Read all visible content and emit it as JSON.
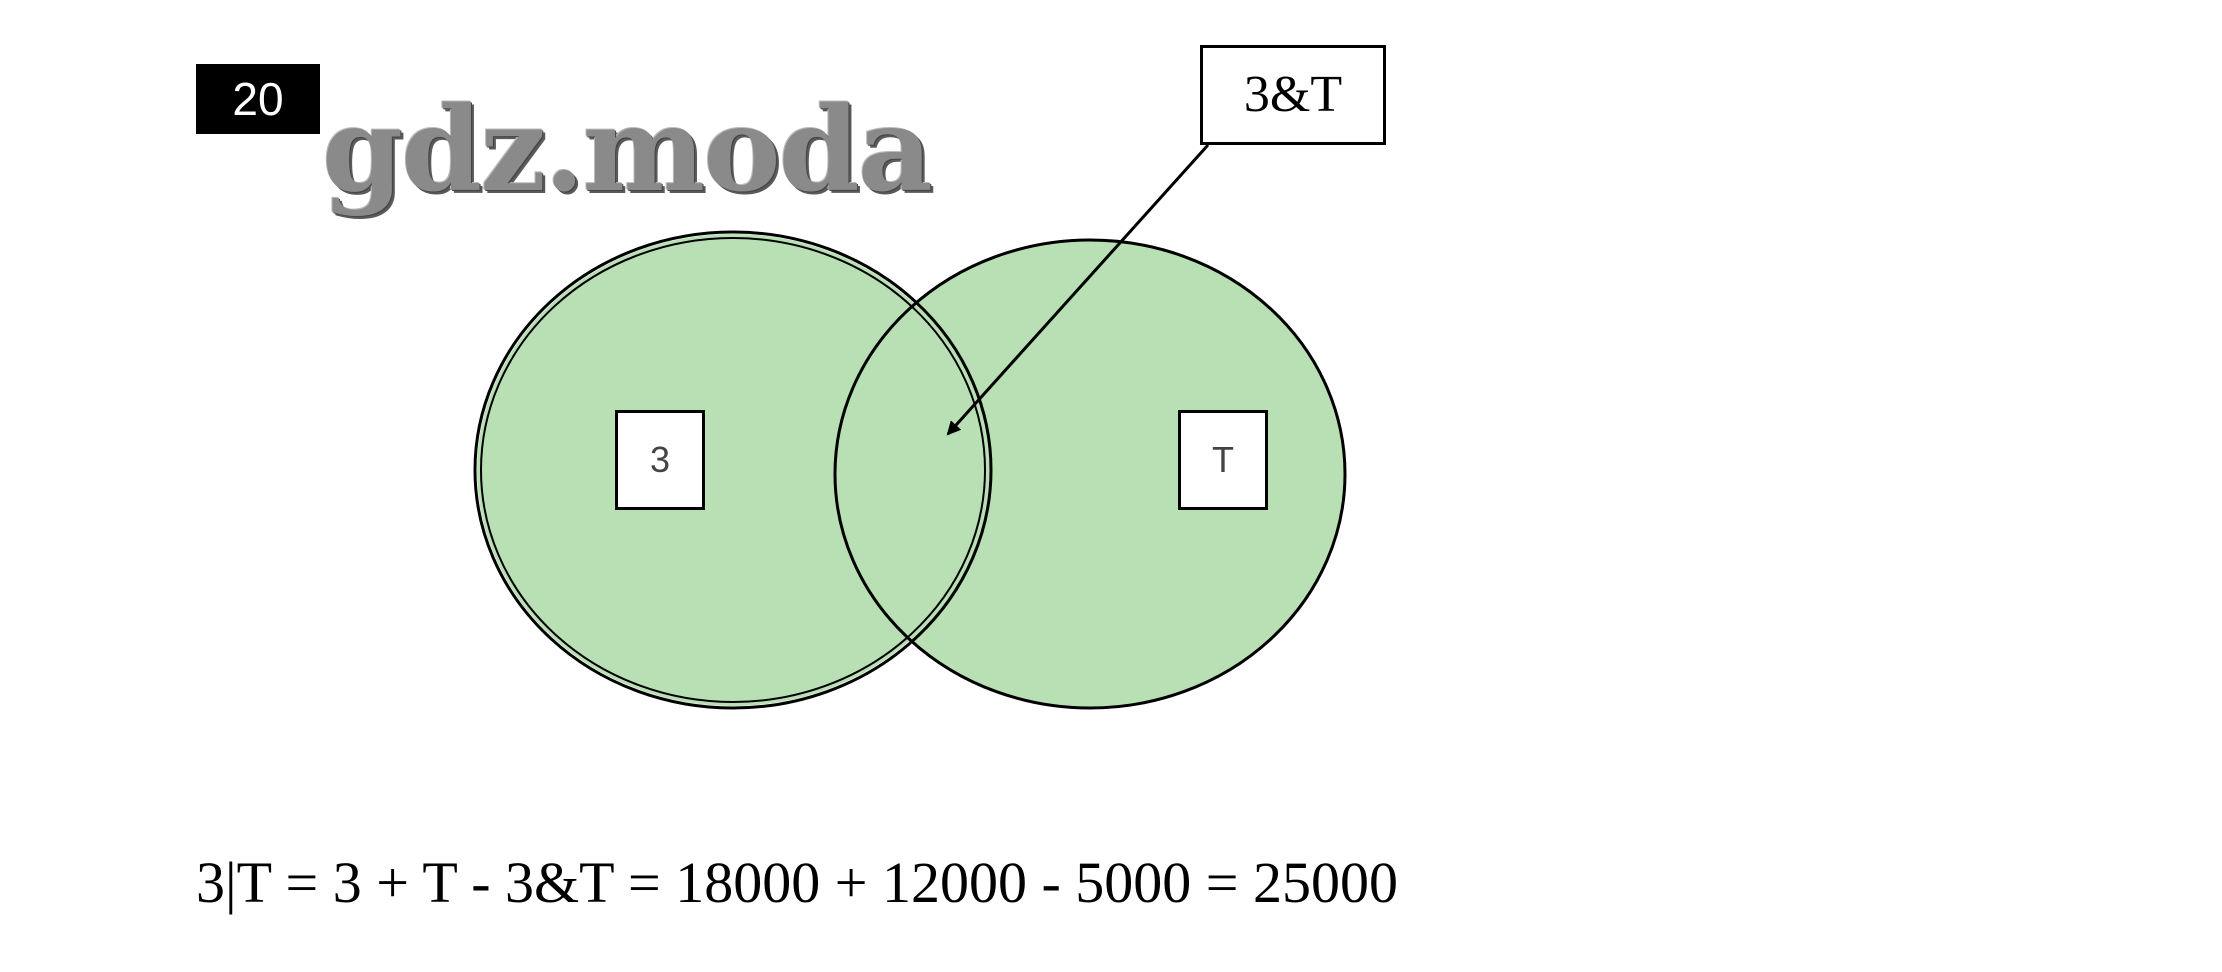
{
  "badge": {
    "number": "20"
  },
  "watermark": {
    "text": "gdz.moda"
  },
  "venn": {
    "left_set_label": "3",
    "right_set_label": "T",
    "intersection_label": "3&T",
    "fill_color": "#b9e0b5",
    "stroke_color": "#000000"
  },
  "formula": {
    "text": "3|T = 3 + T - 3&T = 18000 + 12000 - 5000 = 25000"
  }
}
